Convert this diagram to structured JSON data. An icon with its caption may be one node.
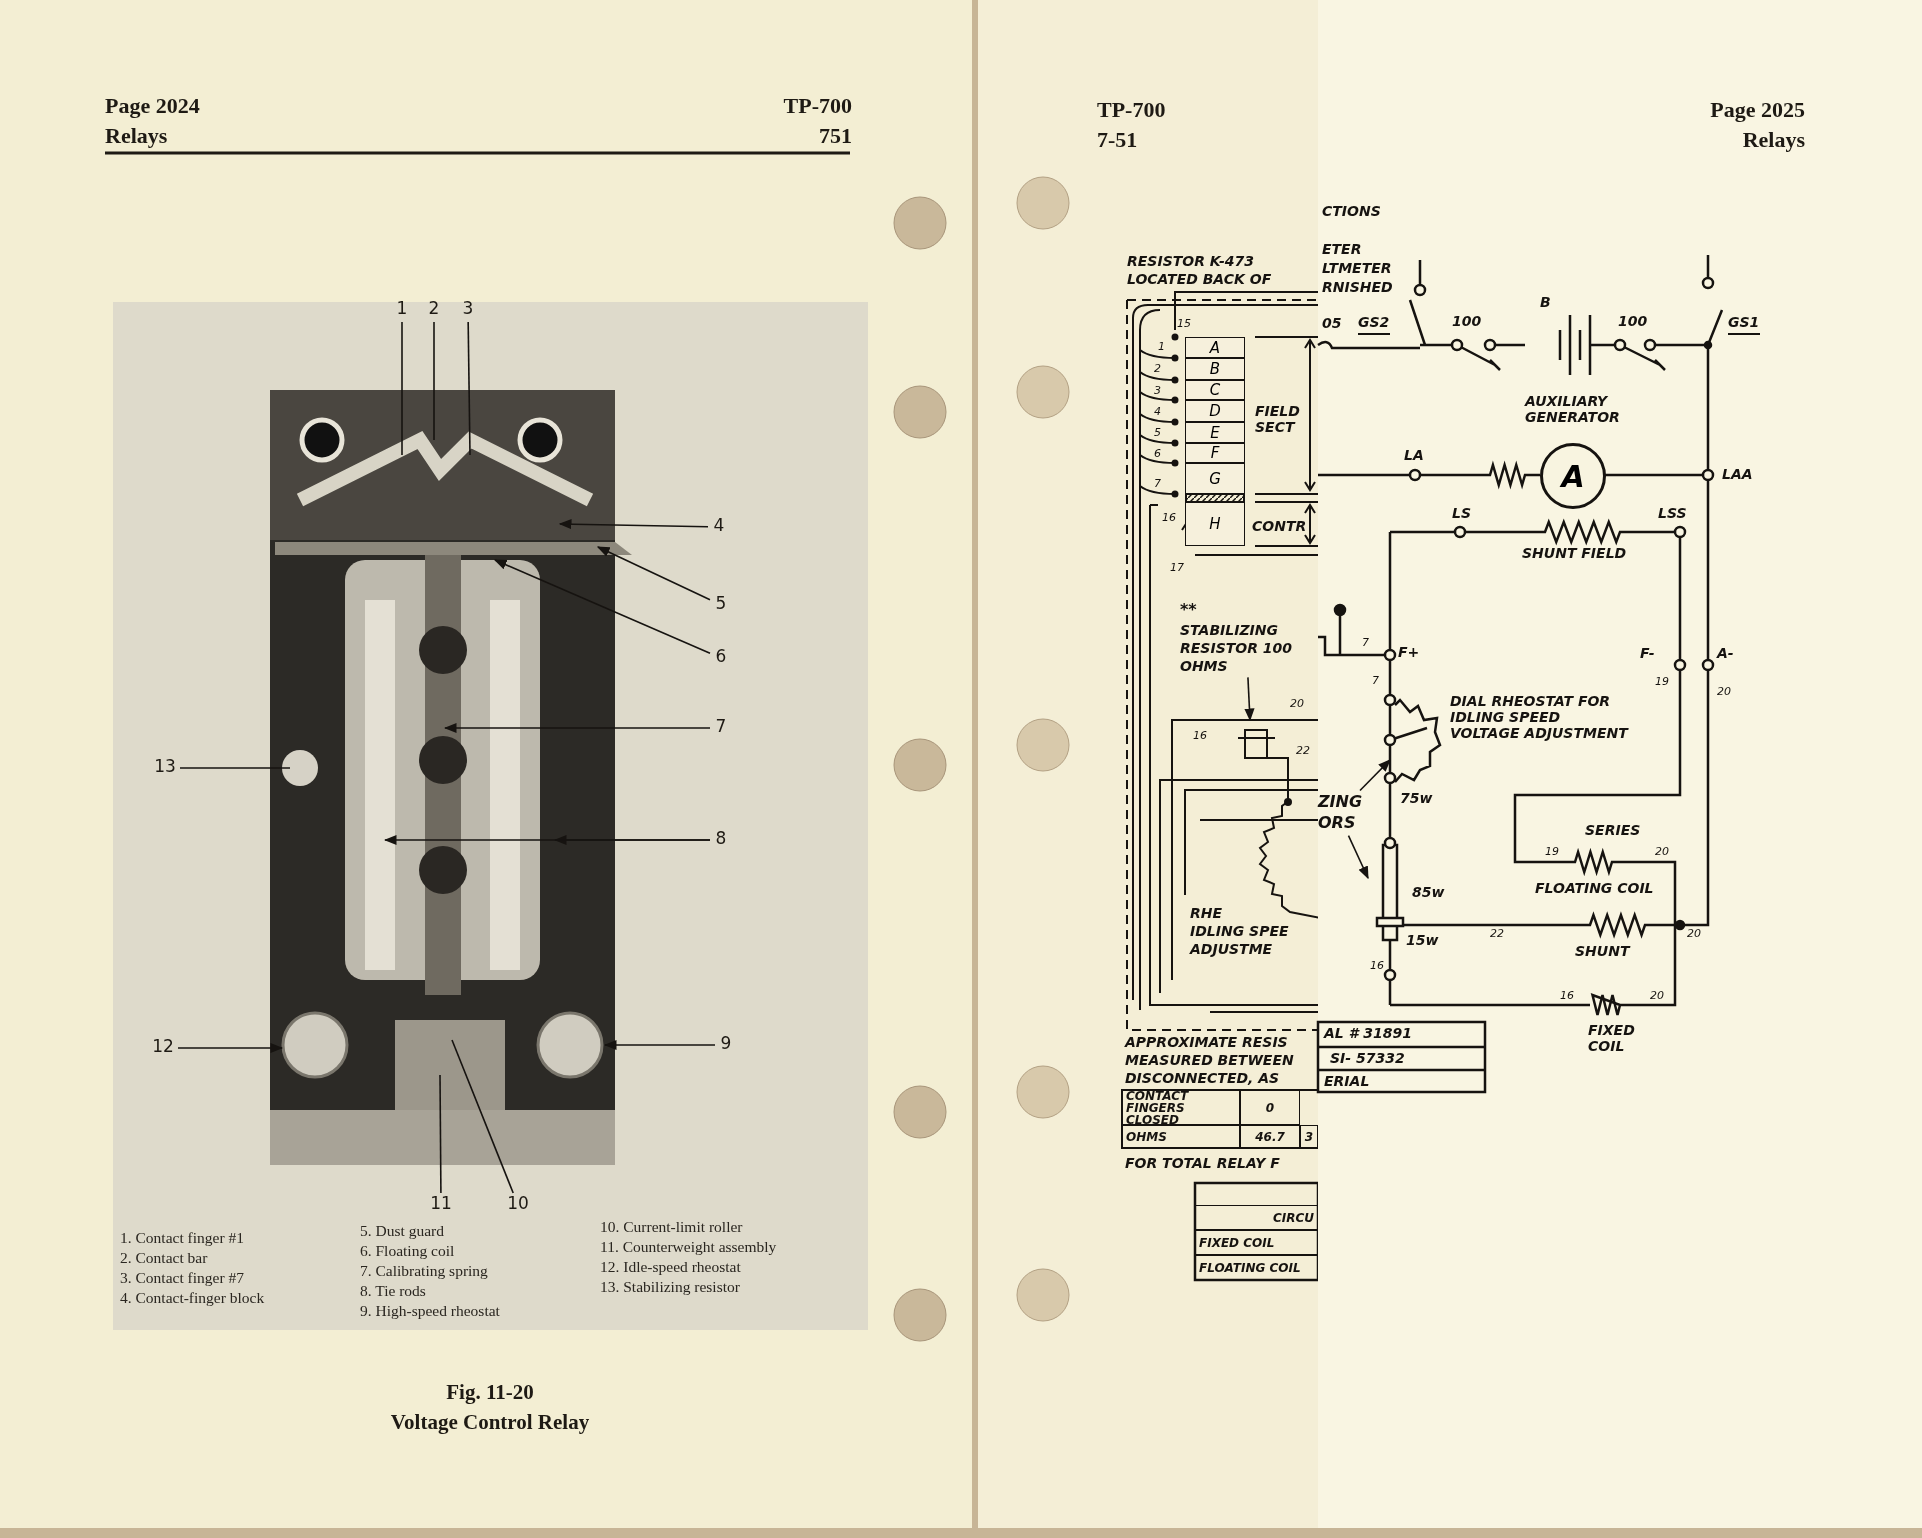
{
  "diagram": {
    "caption": "Fig. 11-20",
    "nodes": [
      {
        "text": [
          "1"
        ]
      },
      {
        "text": [
          "2"
        ]
      },
      {
        "text": [
          "3"
        ]
      },
      {
        "text": [
          "4"
        ]
      },
      {
        "text": [
          "5"
        ]
      },
      {
        "text": [
          "6"
        ]
      },
      {
        "text": [
          "7"
        ]
      },
      {
        "text": [
          "8"
        ]
      },
      {
        "text": [
          "9"
        ]
      },
      {
        "text": [
          "10"
        ]
      },
      {
        "text": [
          "11"
        ]
      },
      {
        "text": [
          "12"
        ]
      },
      {
        "text": [
          "13"
        ]
      },
      {
        "text": [
          "A"
        ]
      },
      {
        "text": [
          "B"
        ]
      },
      {
        "text": [
          "C"
        ]
      },
      {
        "text": [
          "D"
        ]
      },
      {
        "text": [
          "E"
        ]
      },
      {
        "text": [
          "F"
        ]
      },
      {
        "text": [
          "G"
        ]
      },
      {
        "text": [
          "H"
        ]
      },
      {
        "text": [
          "A"
        ],
        "beside": [
          "AUXILIARY GENERATOR"
        ]
      },
      {
        "text": [
          "**",
          "STABILIZING RESISTOR 100 OHMS"
        ]
      },
      {
        "text": [
          "ZING ORS"
        ]
      }
    ],
    "edges": [
      {
        "from": 0,
        "to": null,
        "arrow": "none"
      },
      {
        "from": 1,
        "to": null,
        "arrow": "none"
      },
      {
        "from": 2,
        "to": null,
        "arrow": "none"
      },
      {
        "from": 3,
        "to": null,
        "arrow": "to"
      },
      {
        "from": 4,
        "to": null,
        "arrow": "to"
      },
      {
        "from": 5,
        "to": null,
        "arrow": "to"
      },
      {
        "from": 6,
        "to": null,
        "arrow": "to"
      },
      {
        "from": 7,
        "to": null,
        "arrow": "to"
      },
      {
        "from": 7,
        "to": null,
        "arrow": "to"
      },
      {
        "from": 8,
        "to": null,
        "arrow": "to"
      },
      {
        "from": 9,
        "to": null,
        "arrow": "none"
      },
      {
        "from": 10,
        "to": null,
        "arrow": "none"
      },
      {
        "from": 11,
        "to": null,
        "arrow": "to"
      },
      {
        "from": 12,
        "to": null,
        "arrow": "none"
      },
      {
        "from": 22,
        "to": null,
        "arrow": "to"
      },
      {
        "from": 23,
        "to": null,
        "arrow": "to"
      },
      {
        "from": 23,
        "to": null,
        "arrow": "to"
      }
    ],
    "labels": [
      "Page 2024",
      "TP-700",
      "Relays",
      "751",
      "1.  Contact finger #1",
      "2.  Contact bar",
      "3.  Contact finger #7",
      "4.  Contact-finger block",
      "5.  Dust guard",
      "6.  Floating coil",
      "7.  Calibrating spring",
      "8.  Tie rods",
      "9.  High-speed rheostat",
      "10.  Current-limit roller",
      "11.  Counterweight assembly",
      "12.  Idle-speed rheostat",
      "13.  Stabilizing resistor",
      "Voltage Control Relay",
      "TP-700",
      "Page 2025",
      "7-51",
      "Relays",
      "CTIONS",
      "RESISTOR K-473",
      "LOCATED BACK OF",
      "ETER",
      "LTMETER",
      "RNISHED",
      "05",
      "GS2",
      "100",
      "B",
      "100",
      "GS1",
      "LA",
      "LAA",
      "LS",
      "LSS",
      "SHUNT FIELD",
      "15",
      "1",
      "2",
      "3",
      "4",
      "5",
      "6",
      "7",
      "16",
      "17",
      "FIELD SECT",
      "CONTR",
      "7",
      "F+",
      "7",
      "DIAL RHEOSTAT FOR IDLING SPEED VOLTAGE ADJUSTMENT",
      "20",
      "16",
      "22",
      "75w",
      "85w",
      "15w",
      "F-",
      "A-",
      "19",
      "20",
      "SERIES",
      "19",
      "20",
      "FLOATING COIL",
      "22",
      "20",
      "SHUNT",
      "16",
      "16",
      "20",
      "FIXED COIL",
      "RHE",
      "IDLING SPEE",
      "ADJUSTME",
      "APPROXIMATE RESIS",
      "MEASURED BETWEEN",
      "DISCONNECTED, AS",
      "AL # 31891",
      "SI- 57332",
      "ERIAL",
      "CONTACT FINGERS CLOSED",
      "0",
      "OHMS",
      "46.7",
      "3",
      "FOR TOTAL RELAY F",
      "CIRCU",
      "FIXED COIL",
      "FLOATING COIL"
    ]
  }
}
